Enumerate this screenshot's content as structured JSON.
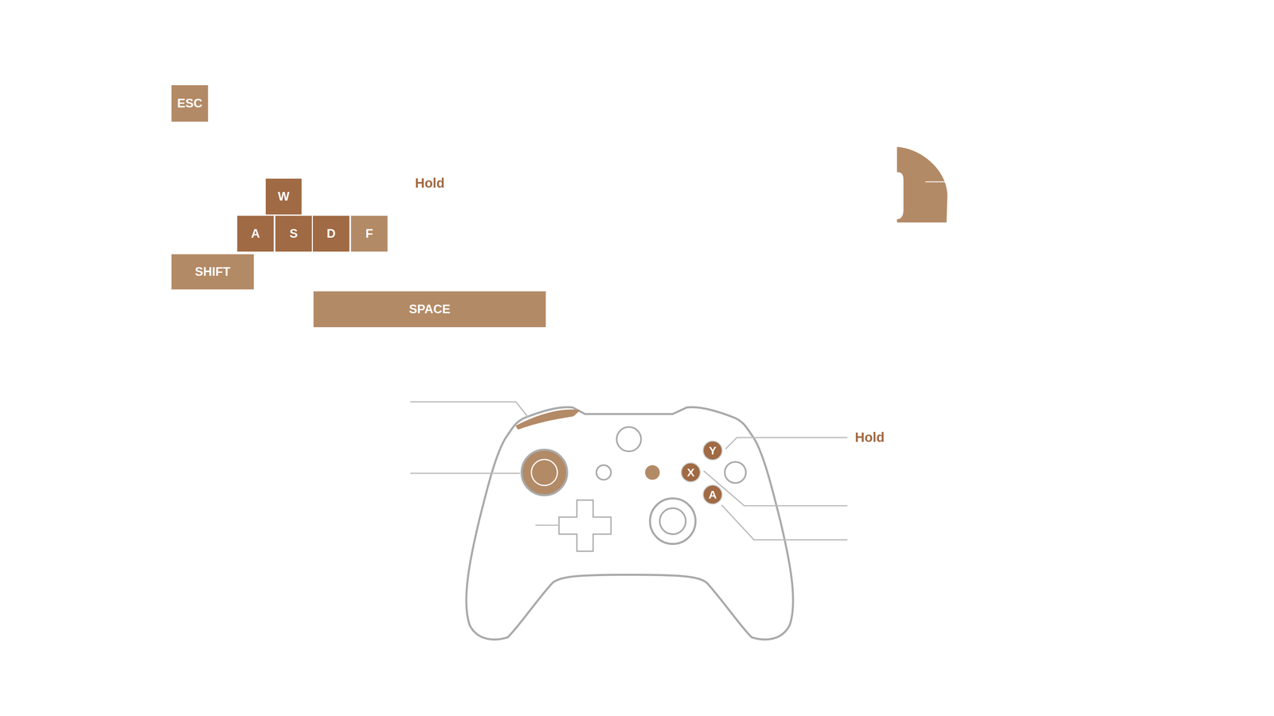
{
  "diagram": {
    "nodes": [
      {
        "text": [
          "ESC"
        ]
      },
      {
        "text": [
          "W"
        ]
      },
      {
        "text": [
          "A"
        ]
      },
      {
        "text": [
          "S"
        ]
      },
      {
        "text": [
          "D"
        ]
      },
      {
        "text": [
          "F"
        ]
      },
      {
        "text": [
          "SHIFT"
        ]
      },
      {
        "text": [
          "SPACE"
        ]
      },
      {
        "text": [
          "Y"
        ]
      },
      {
        "text": [
          "X"
        ]
      },
      {
        "text": [
          "A"
        ]
      }
    ],
    "labels": [
      "Hold",
      "Hold"
    ]
  }
}
